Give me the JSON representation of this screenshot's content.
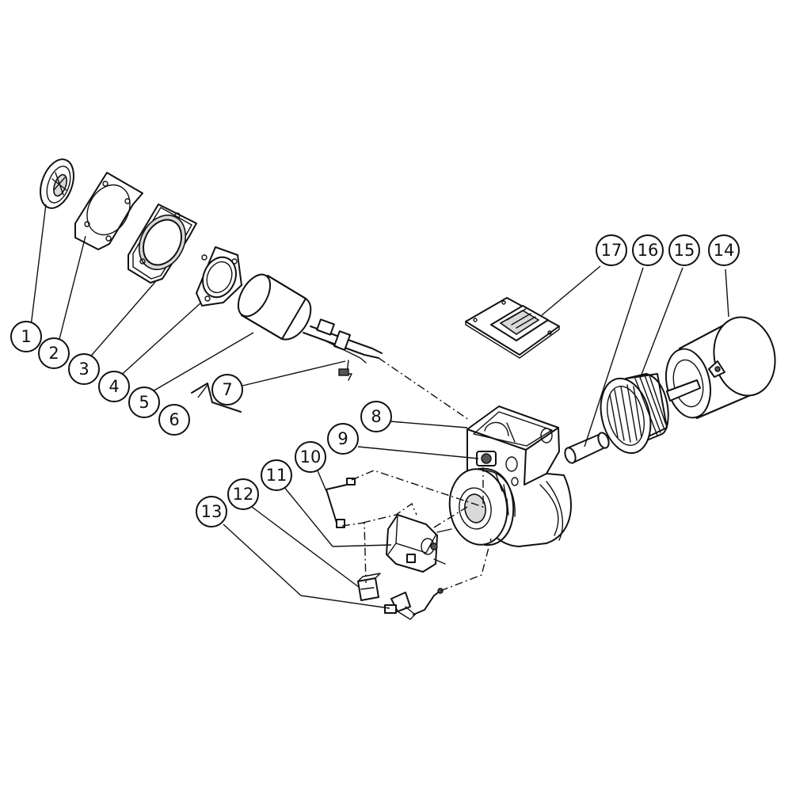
{
  "diagram": {
    "callouts": [
      {
        "label": "1"
      },
      {
        "label": "2"
      },
      {
        "label": "3"
      },
      {
        "label": "4"
      },
      {
        "label": "5"
      },
      {
        "label": "6"
      },
      {
        "label": "7"
      },
      {
        "label": "8"
      },
      {
        "label": "9"
      },
      {
        "label": "10"
      },
      {
        "label": "11"
      },
      {
        "label": "12"
      },
      {
        "label": "13"
      },
      {
        "label": "14"
      },
      {
        "label": "15"
      },
      {
        "label": "16"
      },
      {
        "label": "17"
      }
    ]
  }
}
